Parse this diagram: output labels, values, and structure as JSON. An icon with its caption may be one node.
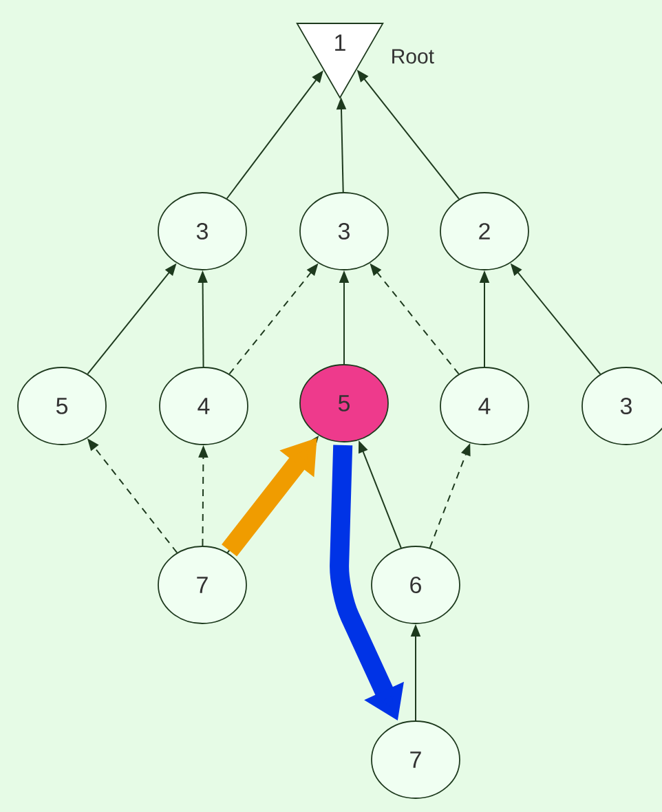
{
  "diagram": {
    "nodes": [
      {
        "text": [
          "1"
        ],
        "beside": [
          "Root"
        ]
      },
      {
        "text": [
          "3"
        ]
      },
      {
        "text": [
          "3"
        ]
      },
      {
        "text": [
          "2"
        ]
      },
      {
        "text": [
          "5"
        ]
      },
      {
        "text": [
          "4"
        ]
      },
      {
        "text": [
          "5"
        ]
      },
      {
        "text": [
          "4"
        ]
      },
      {
        "text": [
          "3"
        ]
      },
      {
        "text": [
          "7"
        ]
      },
      {
        "text": [
          "6"
        ]
      },
      {
        "text": [
          "7"
        ]
      }
    ],
    "edges": [
      {
        "from": 1,
        "to": 0,
        "arrow": "to"
      },
      {
        "from": 2,
        "to": 0,
        "arrow": "to"
      },
      {
        "from": 3,
        "to": 0,
        "arrow": "to"
      },
      {
        "from": 4,
        "to": 1,
        "arrow": "to"
      },
      {
        "from": 5,
        "to": 1,
        "arrow": "to"
      },
      {
        "from": 5,
        "to": 2,
        "arrow": "to",
        "style": "dashed"
      },
      {
        "from": 6,
        "to": 2,
        "arrow": "to"
      },
      {
        "from": 7,
        "to": 2,
        "arrow": "to",
        "style": "dashed"
      },
      {
        "from": 7,
        "to": 3,
        "arrow": "to"
      },
      {
        "from": 8,
        "to": 3,
        "arrow": "to"
      },
      {
        "from": 9,
        "to": 4,
        "arrow": "to",
        "style": "dashed"
      },
      {
        "from": 9,
        "to": 5,
        "arrow": "to",
        "style": "dashed"
      },
      {
        "from": 9,
        "to": 6,
        "arrow": "to"
      },
      {
        "from": 10,
        "to": 6,
        "arrow": "to"
      },
      {
        "from": 10,
        "to": 7,
        "arrow": "to",
        "style": "dashed"
      },
      {
        "from": 11,
        "to": 10,
        "arrow": "to"
      },
      {
        "from": 9,
        "to": 6,
        "arrow": "to",
        "style": "thick",
        "color": "#f09c00"
      },
      {
        "from": 6,
        "to": 11,
        "arrow": "to",
        "style": "thick",
        "color": "#0033e6"
      }
    ]
  }
}
